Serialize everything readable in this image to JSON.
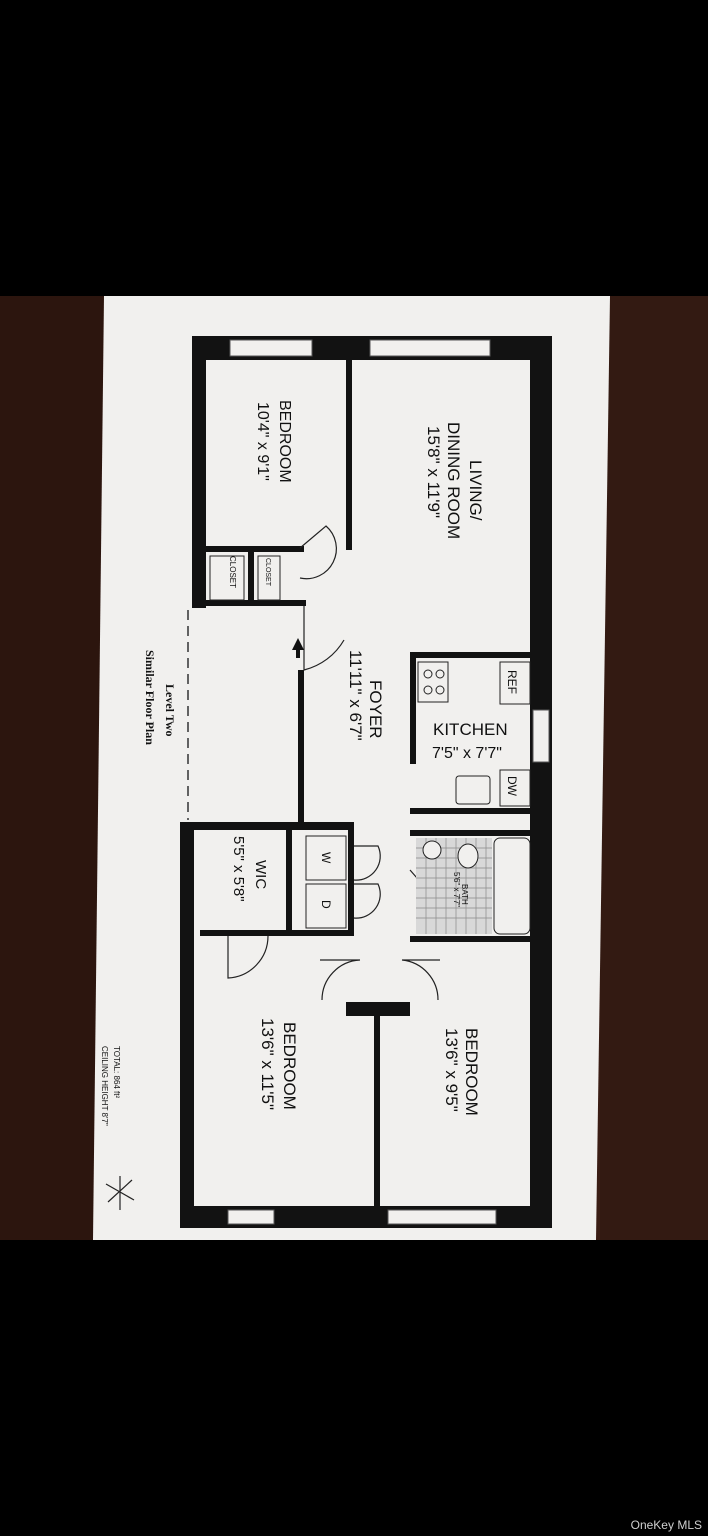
{
  "photo": {
    "subject": "floor plan printout",
    "colors": {
      "background": "#000000",
      "table": "#3a1d14",
      "paper": "#f1f0ee",
      "wall": "#121212"
    }
  },
  "rooms": {
    "living": {
      "name_line1": "LIVING/",
      "name_line2": "DINING ROOM",
      "dims": "15'8\" x 11'9\""
    },
    "bedroom_top": {
      "name": "BEDROOM",
      "dims": "10'4\" x 9'1\""
    },
    "closet_a": "CLOSET",
    "closet_b": "CLOSET",
    "foyer": {
      "name": "FOYER",
      "dims": "11'11\" x 6'7\""
    },
    "kitchen": {
      "name": "KITCHEN",
      "dims": "7'5\" x 7'7\"",
      "ref": "REF",
      "dw": "DW"
    },
    "wic": {
      "name": "WIC",
      "dims": "5'5\" x 5'8\""
    },
    "washer": "W",
    "dryer": "D",
    "bath": {
      "name": "BATH",
      "dims": "5'6\" x 7'7\""
    },
    "bedroom_left": {
      "name": "BEDROOM",
      "dims": "13'6\" x 11'5\""
    },
    "bedroom_right": {
      "name": "BEDROOM",
      "dims": "13'6\" x 9'5\""
    }
  },
  "notes": {
    "level_line1": "Level Two",
    "level_line2": "Similar Floor Plan",
    "total": "TOTAL: 864 ft²",
    "ceiling": "CEILING HEIGHT 8'7\""
  },
  "watermark": "OneKey MLS"
}
